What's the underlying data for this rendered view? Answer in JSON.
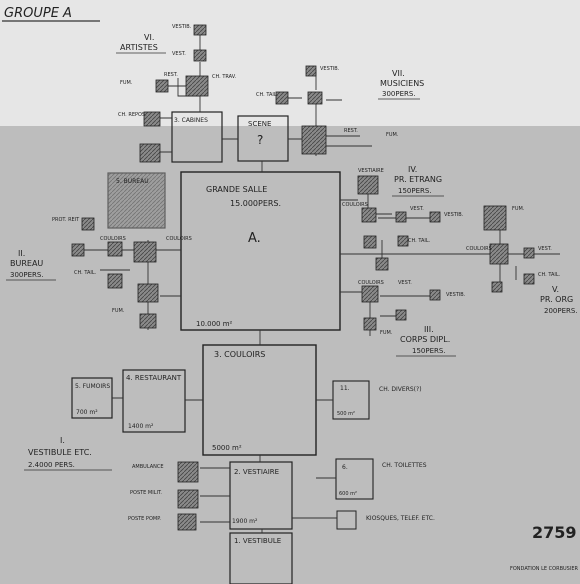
{
  "title": "GROUPE A",
  "sheet_number": "2759",
  "footer_text": "FONDATION LE CORBUSIER",
  "groups": {
    "artistes": {
      "num": "VI.",
      "name": "ARTISTES"
    },
    "musiciens": {
      "num": "VII.",
      "name": "MUSICIENS",
      "cap": "300PERS."
    },
    "pr_etrang": {
      "num": "IV.",
      "name": "PR. ETRANG",
      "cap": "150PERS."
    },
    "bureau": {
      "num": "II.",
      "name": "BUREAU",
      "cap": "300PERS."
    },
    "corps_dipl": {
      "num": "III.",
      "name": "CORPS DIPL.",
      "cap": "150PERS."
    },
    "pr_v": {
      "num": "V.",
      "name": "PR. ORG",
      "cap": "200PERS."
    },
    "vestibule_etc": {
      "num": "I.",
      "name": "VESTIBULE ETC.",
      "cap": "2.4000 PERS."
    }
  },
  "rooms": {
    "grande_salle": "GRANDE SALLE",
    "grande_salle_cap": "15.000PERS.",
    "grande_salle_letter": "A.",
    "grande_salle_area": "10.000 m²",
    "scene": "SCENE",
    "scene_mark": "?",
    "cabines": "3. CABINES",
    "bureau_box": "5. BUREAU",
    "couloirs": "3. COULOIRS",
    "couloirs_area": "5000 m²",
    "restaurant": "4. RESTAURANT",
    "restaurant_area": "1400 m²",
    "fumoirs": "5. FUMOIRS",
    "fumoirs_area": "700 m²",
    "vestiaire": "2. VESTIAIRE",
    "vestiaire_area": "1900 m²",
    "vestibule": "1. VESTIBULE",
    "ch_divers": "CH. DIVERS(?)",
    "ch_toilettes": "CH. TOILETTES",
    "kiosques": "KIOSQUES, TELEF. ETC.",
    "area_500": "500 m²",
    "area_600": "600 m²"
  },
  "small_labels": {
    "vestib": "VESTIB.",
    "vest": "VEST.",
    "fum": "FUM.",
    "rest": "REST.",
    "ch_travail": "CH. TRAV.",
    "ch_repos": "CH. REPOS.",
    "couloirs": "COULOIRS",
    "vestiaire": "VESTIAIRE",
    "ch_tail": "CH. TAIL.",
    "ambulance": "AMBULANCE",
    "poste_milit": "POSTE MILIT.",
    "poste_pomp": "POSTE POMP.",
    "prot_reit": "PROT. REIT"
  }
}
